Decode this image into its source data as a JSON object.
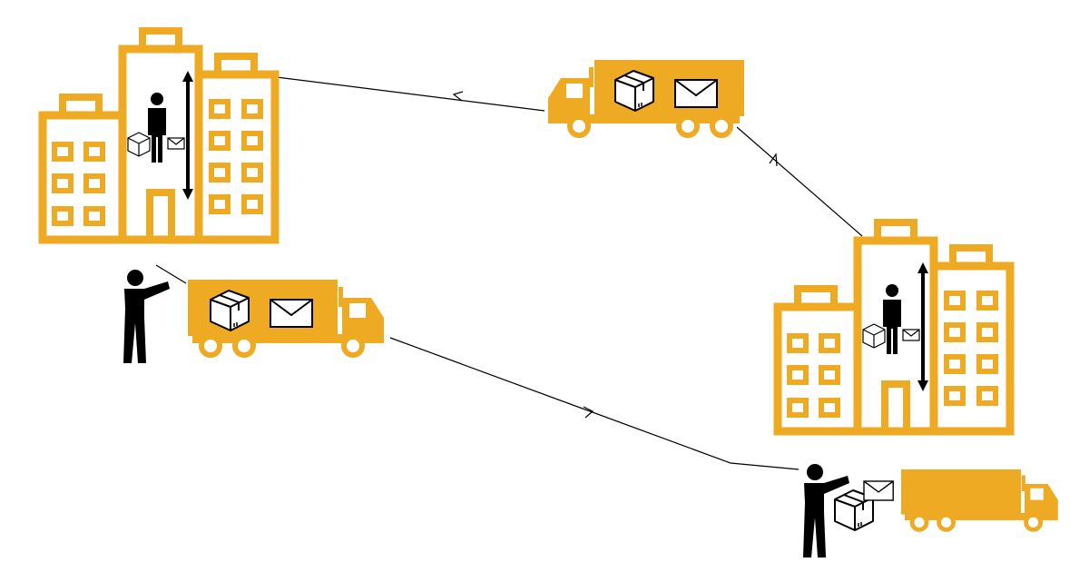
{
  "colors": {
    "accent": "#EDAA22",
    "person": "#000000",
    "line": "#000000",
    "background": "#ffffff"
  },
  "diagram": {
    "kind": "logistics-flow",
    "nodes": [
      {
        "id": "building-left",
        "icon": "office-building-icon"
      },
      {
        "id": "building-right",
        "icon": "office-building-icon"
      },
      {
        "id": "truck-top",
        "icon": "delivery-truck-icon",
        "cargo": [
          "package-icon",
          "envelope-icon"
        ]
      },
      {
        "id": "truck-middle",
        "icon": "delivery-truck-icon",
        "cargo": [
          "package-icon",
          "envelope-icon"
        ]
      },
      {
        "id": "truck-bottom-right",
        "icon": "delivery-truck-icon",
        "cargo": []
      },
      {
        "id": "worker-left",
        "icon": "worker-pointing-icon"
      },
      {
        "id": "worker-right",
        "icon": "worker-carrying-parcels-icon"
      },
      {
        "id": "courier-left",
        "icon": "courier-in-elevator-icon"
      },
      {
        "id": "courier-right",
        "icon": "courier-in-elevator-icon"
      }
    ],
    "edges": [
      {
        "from": "building-right",
        "to": "truck-top",
        "arrow": "toward-truck-top"
      },
      {
        "from": "truck-top",
        "to": "building-left",
        "arrow": "toward-building-left"
      },
      {
        "from": "building-left",
        "to": "truck-middle",
        "arrow": "none"
      },
      {
        "from": "truck-middle",
        "to": "truck-bottom-right",
        "arrow": "toward-bottom-right"
      }
    ]
  }
}
